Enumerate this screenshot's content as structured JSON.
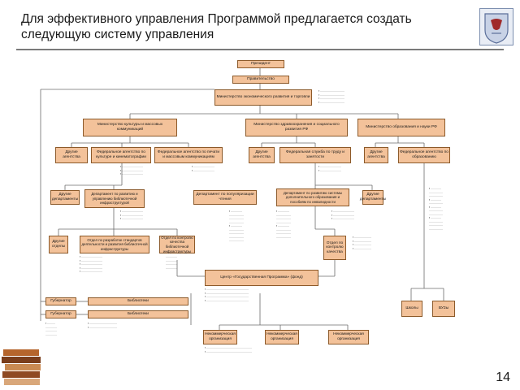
{
  "slide": {
    "title": "Для эффективного управления Программой предлагается создать следующую систему управления",
    "page_number": "14"
  },
  "colors": {
    "box_fill": "#f3c29a",
    "box_fill_light": "#fde9d7",
    "box_border": "#8c5a2a",
    "connector": "#6b6b6b",
    "rule": "#7a7a7a"
  },
  "org": {
    "president": "Президент",
    "government": "Правительство",
    "min_economy": "Министерство экономического развития и торговли",
    "min_culture": "Министерство культуры и массовых коммуникаций",
    "min_health": "Министерство здравоохранения и социального развития РФ",
    "min_education": "Министерство образования и науки РФ",
    "other_agencies_1": "Другие агентства",
    "fed_agency_culture": "Федеральное агентство по культуре и кинематографии",
    "fed_agency_press": "Федеральное агентство по печати и массовым коммуникациям",
    "other_agencies_2": "Другие агентства",
    "fed_service_labor": "Федеральная служба по труду и занятости",
    "other_agencies_3": "Другие агентства",
    "fed_agency_education": "Федеральное агентство по образованию",
    "other_depts_1": "Другие департаменты",
    "dept_library": "Департамент по развитию и управлению библиотечной инфраструктурой",
    "dept_reading": "Департамент по популяризации чтения",
    "dept_disabled": "Департамент по развитию системы дополнительного образования и пособиям по инвалидности",
    "other_depts_2": "Другие департаменты",
    "other_depts_3": "Другие отделы",
    "dept_standards": "Отдел по разработке стандартов деятельности и развития библиотечной инфраструктуры",
    "dept_control": "Отдел по контролю качества библиотечной инфраструктуры",
    "dept_quality": "Отдел по контролю качества",
    "center_fund": "Центр «Государственная Программа» (фонд)",
    "governor_1": "Губернатор",
    "governor_2": "Губернатор",
    "libraries_1": "Библиотеки",
    "libraries_2": "Библиотеки",
    "schools": "Школы",
    "universities": "ВУЗы",
    "nko_1": "Некоммерческая организация",
    "nko_2": "Некоммерческая организация",
    "nko_3": "Некоммерческая организация"
  }
}
